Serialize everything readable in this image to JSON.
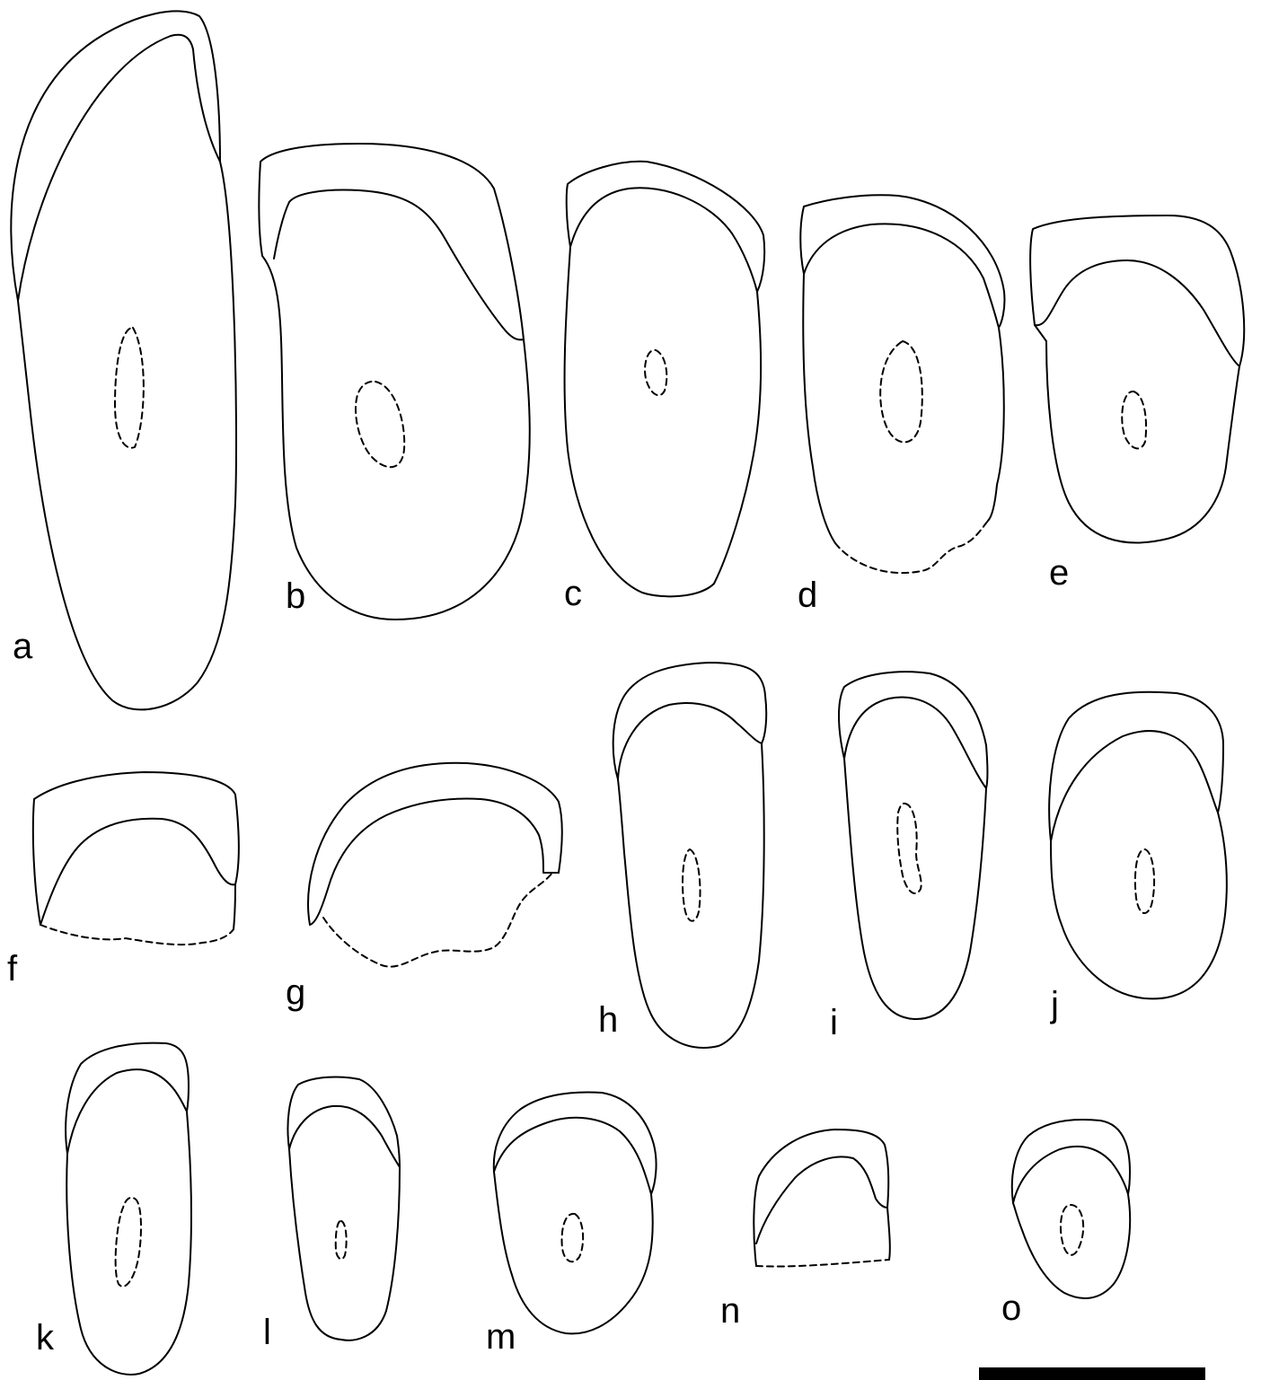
{
  "figure": {
    "labels": [
      "a",
      "b",
      "c",
      "d",
      "e",
      "f",
      "g",
      "h",
      "i",
      "j",
      "k",
      "l",
      "m",
      "n",
      "o"
    ]
  }
}
